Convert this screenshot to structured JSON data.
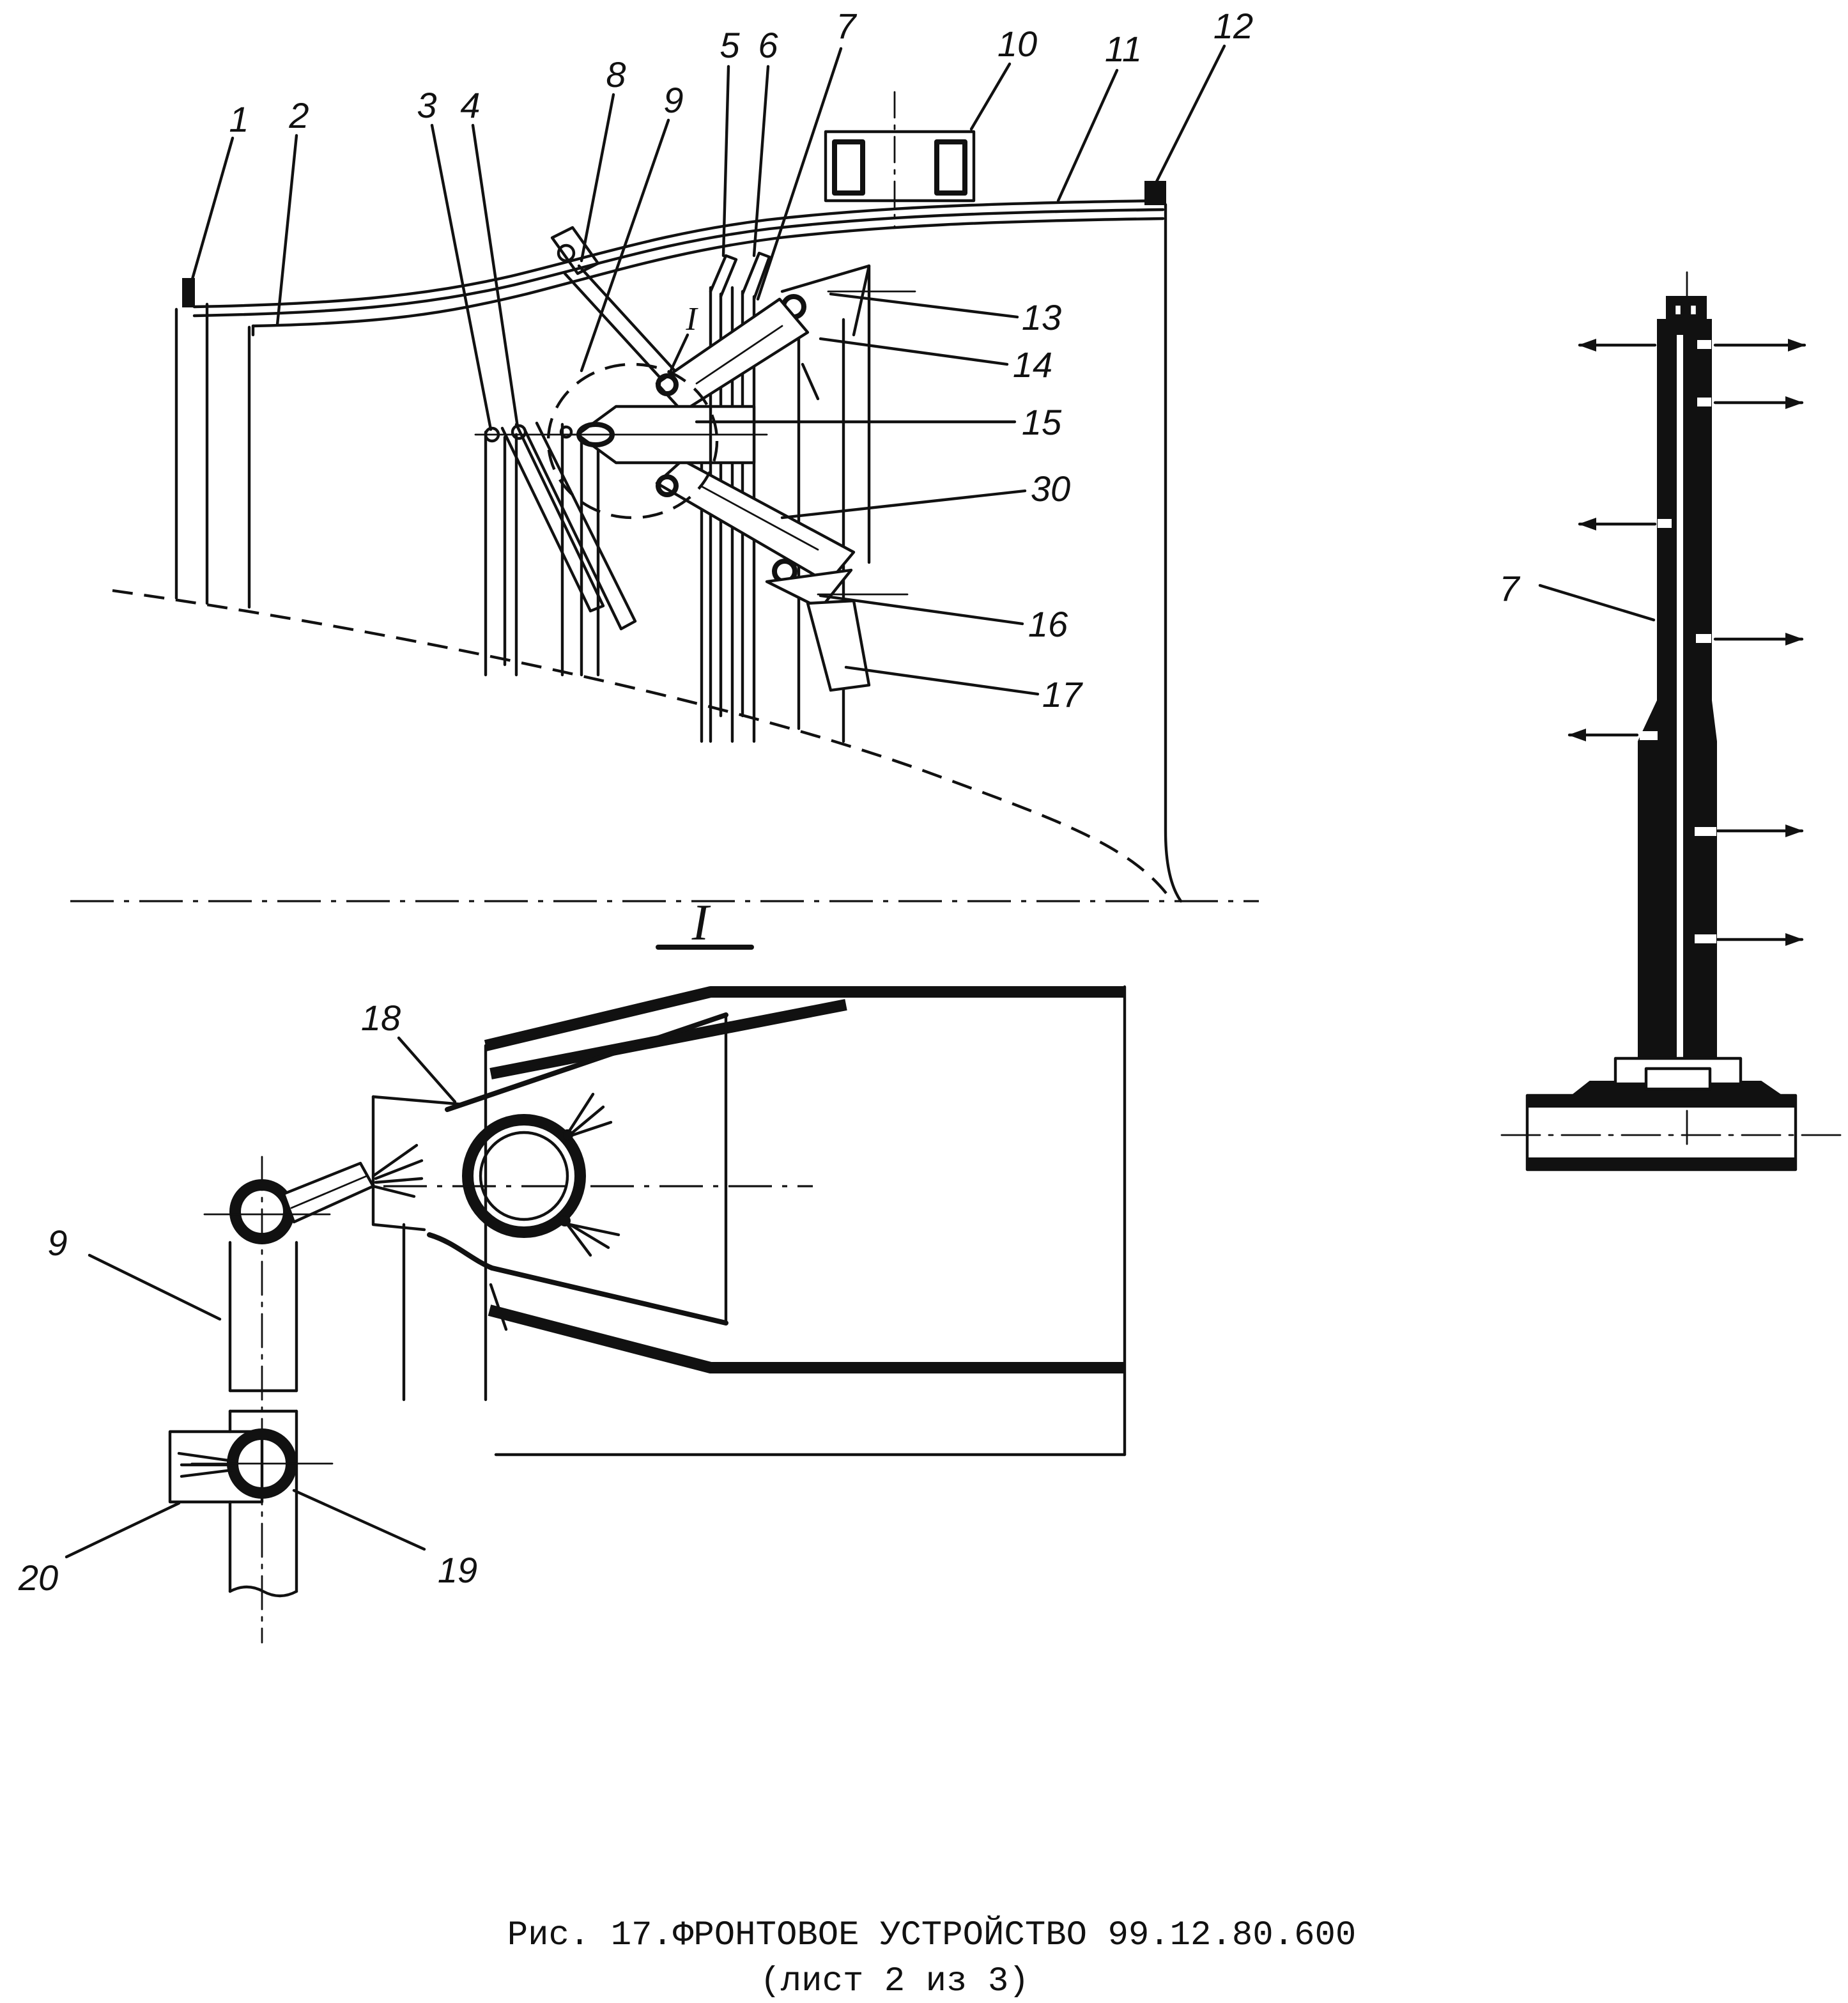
{
  "caption": {
    "title": "Рис. 17.ФРОНТОВОЕ УСТРОЙСТВО 99.12.80.600",
    "sheet": "(лист 2 из 3)"
  },
  "main_view": {
    "callouts": {
      "c1": "1",
      "c2": "2",
      "c3": "3",
      "c4": "4",
      "c5": "5",
      "c6": "6",
      "c7": "7",
      "c8": "8",
      "c9": "9",
      "c10": "10",
      "c11": "11",
      "c12": "12",
      "c13": "13",
      "c14": "14",
      "c15": "15",
      "c30": "30",
      "c16": "16",
      "c17": "17"
    },
    "section_mark": "I"
  },
  "detail_I": {
    "title": "I",
    "callouts": {
      "c18": "18",
      "c9": "9",
      "c20": "20",
      "c19": "19"
    }
  },
  "injector_detail": {
    "callout": "7"
  },
  "colors": {
    "ink": "#111111",
    "paper": "#ffffff"
  }
}
